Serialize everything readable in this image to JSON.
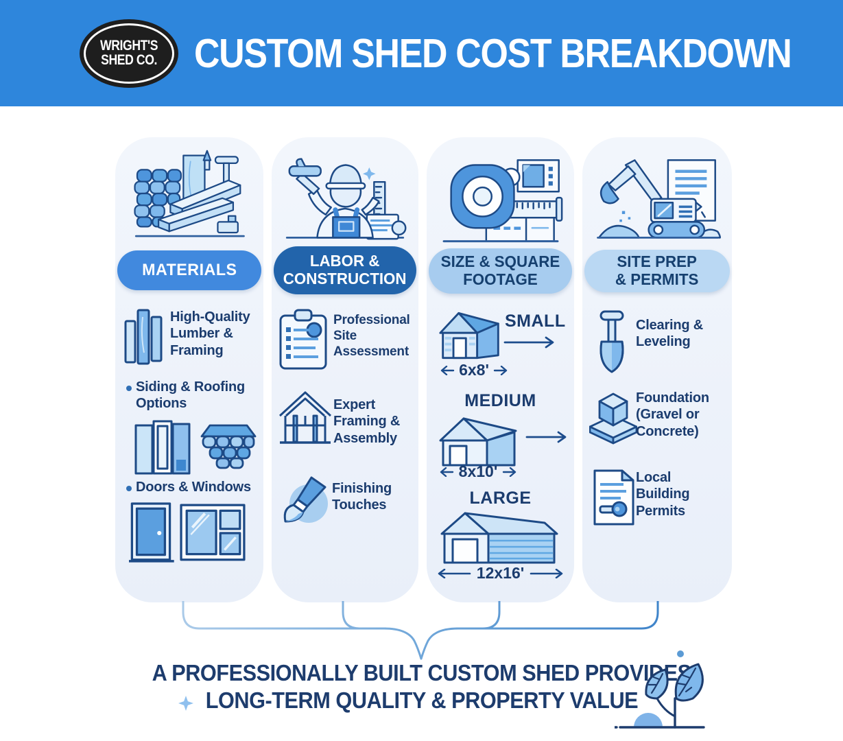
{
  "header": {
    "logo": {
      "line1": "WRIGHT'S",
      "line2": "SHED CO."
    },
    "title": "CUSTOM SHED COST BREAKDOWN"
  },
  "columns": [
    {
      "id": "materials",
      "label": "MATERIALS",
      "label_lines": [
        "MATERIALS"
      ],
      "items": [
        {
          "text": "High-Quality Lumber & Framing",
          "icon": "lumber-planks-icon",
          "bullet": false
        },
        {
          "text": "Siding & Roofing Options",
          "icon": "siding-and-shingles-icon",
          "bullet": true
        },
        {
          "text": "Doors & Windows",
          "icon": "door-and-window-icon",
          "bullet": true
        }
      ]
    },
    {
      "id": "labor-construction",
      "label": "LABOR & CONSTRUCTION",
      "label_lines": [
        "LABOR &",
        "CONSTRUCTION"
      ],
      "items": [
        {
          "text": "Professional Site Assessment",
          "icon": "clipboard-icon"
        },
        {
          "text": "Expert Framing & Assembly",
          "icon": "framing-icon"
        },
        {
          "text": "Finishing Touches",
          "icon": "paintbrush-icon"
        }
      ]
    },
    {
      "id": "size-square-footage",
      "label": "SIZE & SQUARE FOOTAGE",
      "label_lines": [
        "SIZE & SQUARE",
        "FOOTAGE"
      ],
      "sizes": [
        {
          "name": "SMALL",
          "dimension": "6x8'",
          "icon": "small-shed-icon"
        },
        {
          "name": "MEDIUM",
          "dimension": "8x10'",
          "icon": "medium-shed-icon"
        },
        {
          "name": "LARGE",
          "dimension": "12x16'",
          "icon": "large-shed-icon"
        }
      ]
    },
    {
      "id": "site-prep-permits",
      "label": "SITE PREP & PERMITS",
      "label_lines": [
        "SITE PREP",
        "& PERMITS"
      ],
      "items": [
        {
          "text": "Clearing & Leveling",
          "icon": "shovel-icon"
        },
        {
          "text": "Foundation (Gravel or Concrete)",
          "icon": "foundation-icon"
        },
        {
          "text": "Local Building Permits",
          "icon": "permit-document-icon"
        }
      ]
    }
  ],
  "footer": {
    "headline_line1": "A PROFESSIONALLY BUILT CUSTOM SHED PROVIDES",
    "headline_line2": "LONG-TERM QUALITY & PROPERTY VALUE"
  },
  "colors": {
    "header_blue": "#2E86DC",
    "pill_materials": "#4189DE",
    "pill_labor": "#2264AB",
    "pill_size": "#A7CCEF",
    "pill_siteprep": "#BAD8F3",
    "navy_text": "#1C3C6E",
    "card_background": "#EFF3FA",
    "icon_outline": "#1D4A86",
    "icon_blue_mid": "#7FB8EC",
    "icon_blue_deep": "#4E95DC"
  }
}
